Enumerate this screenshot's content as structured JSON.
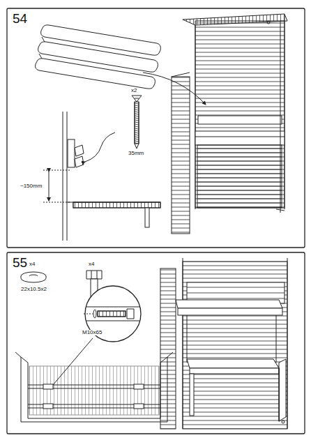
{
  "diagram": {
    "labels": [
      "54",
      "x2",
      "35mm",
      "~150mm",
      "55",
      "x4",
      "x4",
      "22x10.5x2",
      "M10x65"
    ]
  }
}
